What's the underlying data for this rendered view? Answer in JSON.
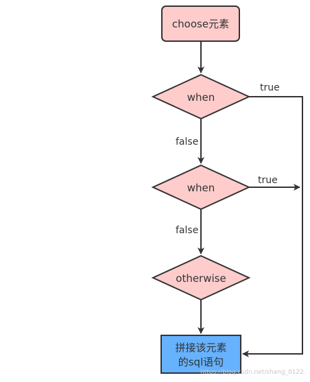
{
  "diagram": {
    "nodes": {
      "choose": {
        "label": "choose元素"
      },
      "when1": {
        "label": "when"
      },
      "when2": {
        "label": "when"
      },
      "otherwise": {
        "label": "otherwise"
      },
      "result": {
        "line1": "拼接该元素",
        "line2": "的sql语句"
      }
    },
    "edges": {
      "when1_true": "true",
      "when1_false": "false",
      "when2_true": "true",
      "when2_false": "false"
    },
    "colors": {
      "decision_fill": "#ffcccc",
      "start_fill": "#ffcccc",
      "result_fill": "#66b2ff",
      "stroke": "#333333"
    }
  },
  "watermark": "https://blog.csdn.net/shang_0122"
}
